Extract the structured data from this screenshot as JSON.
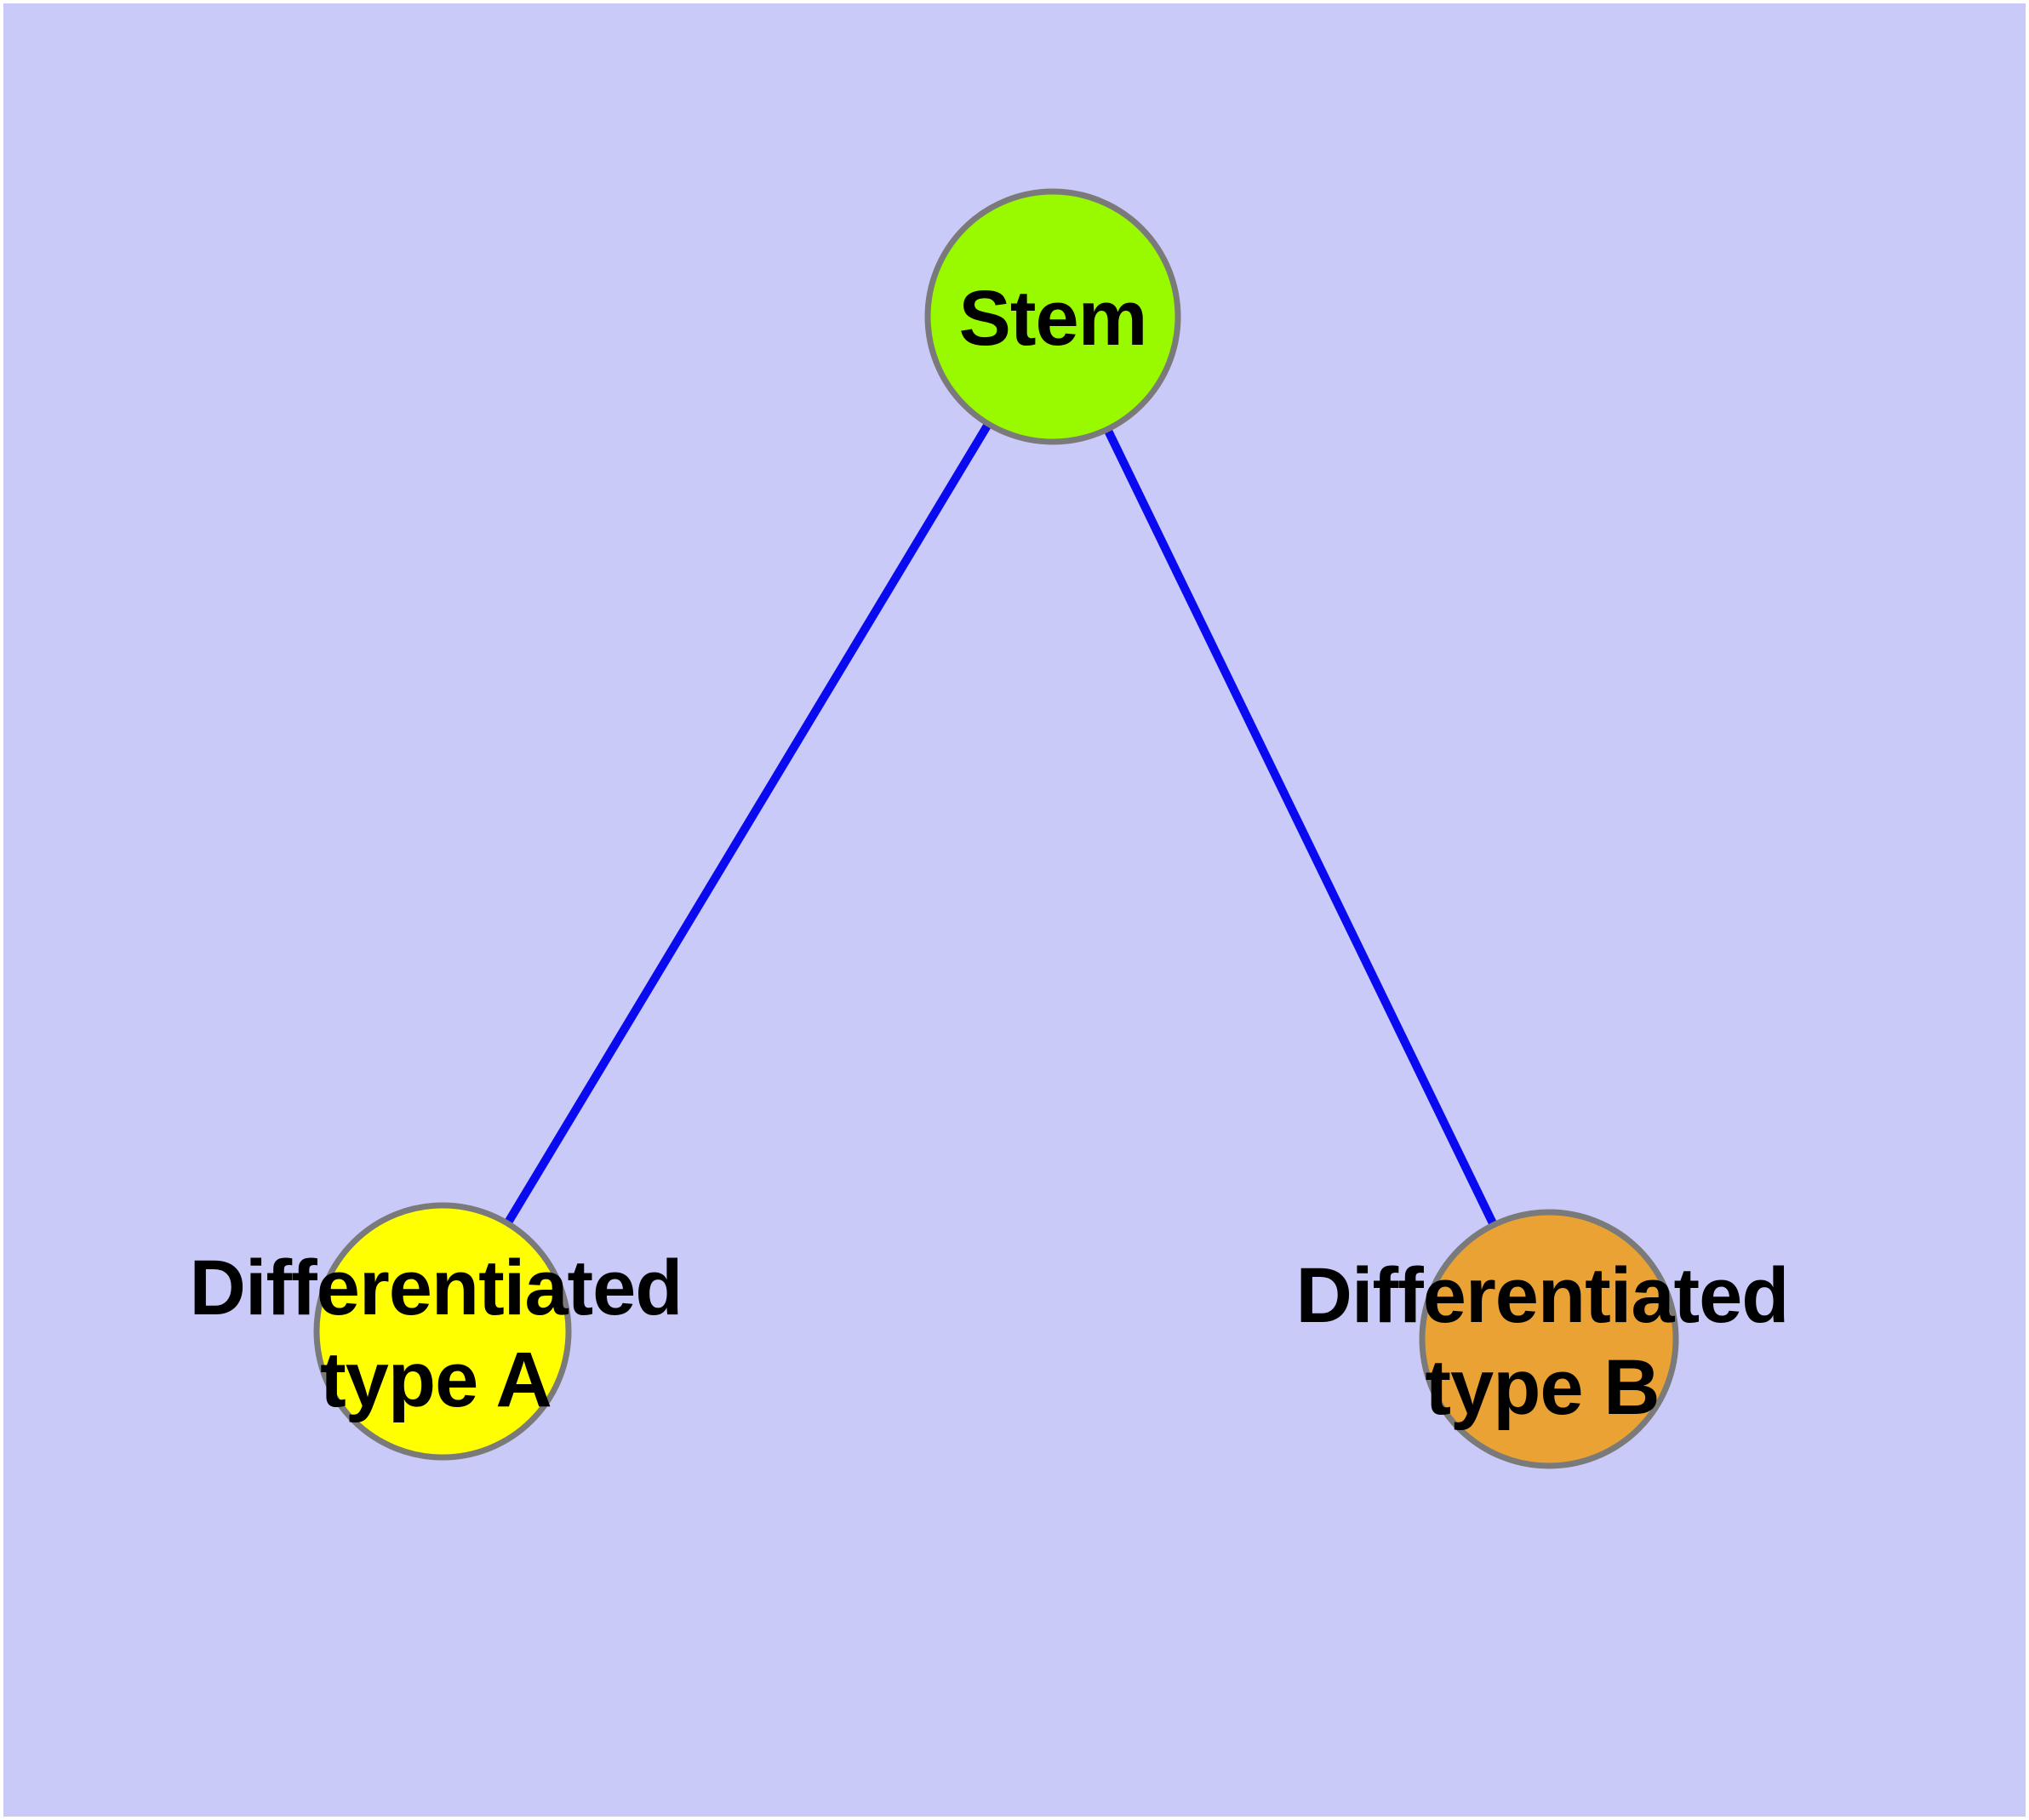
{
  "diagram": {
    "background_color": "#cacaf8",
    "margin_color": "#ffffff",
    "edge_color": "#0a0af0",
    "node_border_color": "#7a7a7a",
    "text_color": "#000000",
    "nodes": [
      {
        "id": "stem",
        "label": "Stem",
        "lines": [
          "Stem"
        ],
        "fill": "#99fa00"
      },
      {
        "id": "differentiated-type-a",
        "label": "Differentiated type A",
        "lines": [
          "Differentiated",
          "type A"
        ],
        "fill": "#ffff00"
      },
      {
        "id": "differentiated-type-b",
        "label": "Differentiated type B",
        "lines": [
          "Differentiated",
          "type B"
        ],
        "fill": "#e9a233"
      }
    ],
    "edges": [
      {
        "from": "Stem",
        "to": "Differentiated type A"
      },
      {
        "from": "Stem",
        "to": "Differentiated type B"
      }
    ]
  }
}
